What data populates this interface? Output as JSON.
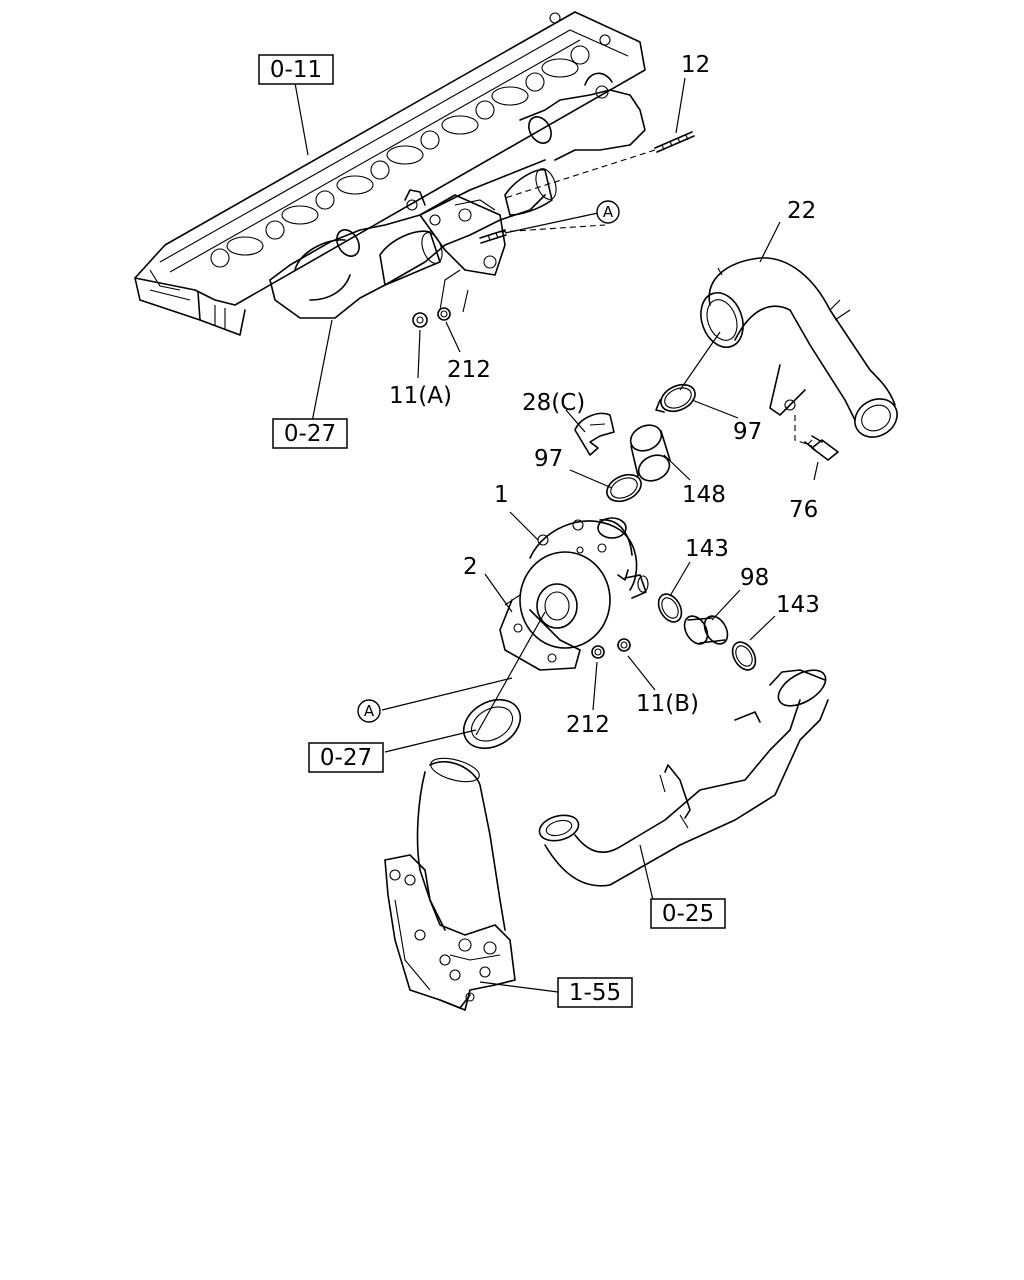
{
  "diagram": {
    "references": {
      "r_0_11": "0-11",
      "r_0_27_top": "0-27",
      "r_0_27_mid": "0-27",
      "r_0_25": "0-25",
      "r_1_55": "1-55"
    },
    "callouts": {
      "c12": "12",
      "c22": "22",
      "c212_top": "212",
      "c11a": "11(A)",
      "c28c": "28(C)",
      "c97_right": "97",
      "c97_left": "97",
      "c148": "148",
      "c76": "76",
      "c1": "1",
      "c2": "2",
      "c143_left": "143",
      "c98": "98",
      "c143_right": "143",
      "c212_bottom": "212",
      "c11b": "11(B)"
    },
    "markers": {
      "a_top": "A",
      "a_bottom": "A"
    }
  }
}
